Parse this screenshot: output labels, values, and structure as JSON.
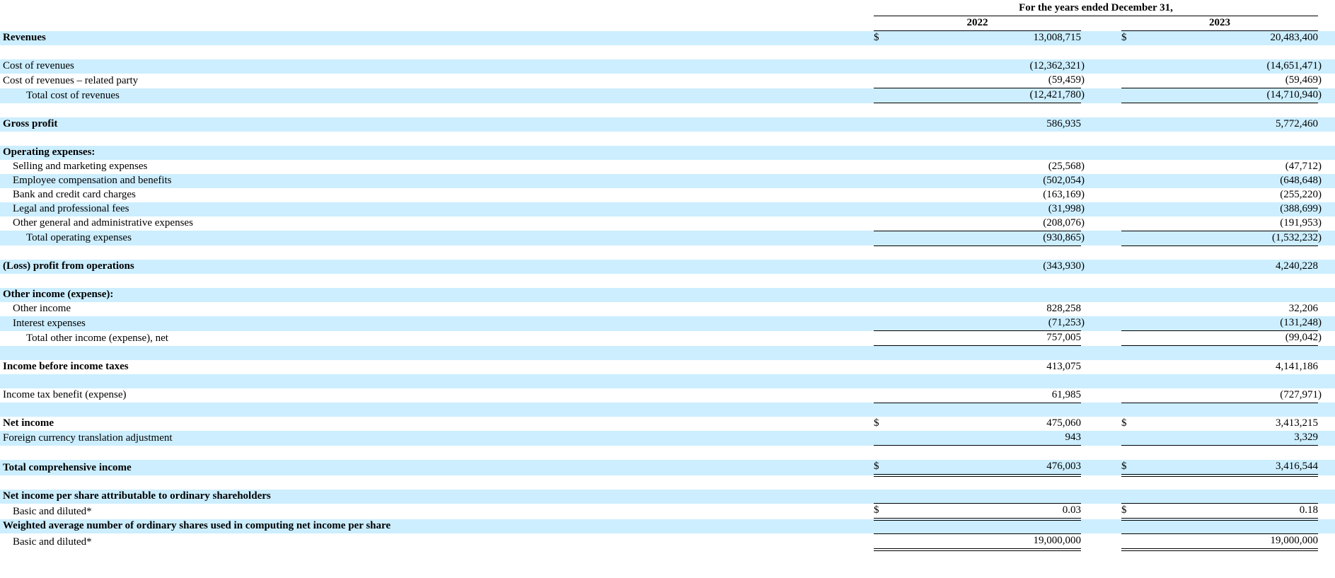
{
  "colors": {
    "row_stripe": "#cceeff",
    "text": "#000000",
    "rule_lines": "#000000"
  },
  "header": {
    "period_title": "For the years ended December 31,",
    "years": [
      "2022",
      "2023"
    ]
  },
  "rows": [
    {
      "label": "Revenues",
      "bold": true,
      "indent": 0,
      "dollar_sign": "$",
      "values": [
        "13,008,715",
        "20,483,400"
      ],
      "shaded": true,
      "rule": "none"
    },
    {
      "label": "",
      "spacer": true,
      "shaded": false,
      "values": [
        "",
        ""
      ],
      "rule": "none"
    },
    {
      "label": "Cost of revenues",
      "bold": false,
      "indent": 0,
      "values": [
        "(12,362,321)",
        "(14,651,471)"
      ],
      "shaded": true,
      "rule": "none"
    },
    {
      "label": "Cost of revenues – related party",
      "bold": false,
      "indent": 0,
      "values": [
        "(59,459)",
        "(59,469)"
      ],
      "shaded": false,
      "rule": "single"
    },
    {
      "label": "Total cost of revenues",
      "bold": false,
      "indent": 2,
      "values": [
        "(12,421,780)",
        "(14,710,940)"
      ],
      "shaded": true,
      "rule": "single"
    },
    {
      "label": "",
      "spacer": true,
      "shaded": false,
      "values": [
        "",
        ""
      ],
      "rule": "none"
    },
    {
      "label": "Gross profit",
      "bold": true,
      "indent": 0,
      "values": [
        "586,935",
        "5,772,460"
      ],
      "shaded": true,
      "rule": "none"
    },
    {
      "label": "",
      "spacer": true,
      "shaded": false,
      "values": [
        "",
        ""
      ],
      "rule": "none"
    },
    {
      "label": "Operating expenses:",
      "bold": true,
      "indent": 0,
      "values": [
        "",
        ""
      ],
      "shaded": true,
      "rule": "none"
    },
    {
      "label": "Selling and marketing expenses",
      "bold": false,
      "indent": 1,
      "values": [
        "(25,568)",
        "(47,712)"
      ],
      "shaded": false,
      "rule": "none"
    },
    {
      "label": "Employee compensation and benefits",
      "bold": false,
      "indent": 1,
      "values": [
        "(502,054)",
        "(648,648)"
      ],
      "shaded": true,
      "rule": "none"
    },
    {
      "label": "Bank and credit card charges",
      "bold": false,
      "indent": 1,
      "values": [
        "(163,169)",
        "(255,220)"
      ],
      "shaded": false,
      "rule": "none"
    },
    {
      "label": "Legal and professional fees",
      "bold": false,
      "indent": 1,
      "values": [
        "(31,998)",
        "(388,699)"
      ],
      "shaded": true,
      "rule": "none"
    },
    {
      "label": "Other general and administrative expenses",
      "bold": false,
      "indent": 1,
      "values": [
        "(208,076)",
        "(191,953)"
      ],
      "shaded": false,
      "rule": "single"
    },
    {
      "label": "Total operating expenses",
      "bold": false,
      "indent": 2,
      "values": [
        "(930,865)",
        "(1,532,232)"
      ],
      "shaded": true,
      "rule": "single"
    },
    {
      "label": "",
      "spacer": true,
      "shaded": false,
      "values": [
        "",
        ""
      ],
      "rule": "none"
    },
    {
      "label": "(Loss) profit from operations",
      "bold": true,
      "indent": 0,
      "values": [
        "(343,930)",
        "4,240,228"
      ],
      "shaded": true,
      "rule": "none"
    },
    {
      "label": "",
      "spacer": true,
      "shaded": false,
      "values": [
        "",
        ""
      ],
      "rule": "none"
    },
    {
      "label": "Other income (expense):",
      "bold": true,
      "indent": 0,
      "values": [
        "",
        ""
      ],
      "shaded": true,
      "rule": "none"
    },
    {
      "label": "Other income",
      "bold": false,
      "indent": 1,
      "values": [
        "828,258",
        "32,206"
      ],
      "shaded": false,
      "rule": "none"
    },
    {
      "label": "Interest expenses",
      "bold": false,
      "indent": 1,
      "values": [
        "(71,253)",
        "(131,248)"
      ],
      "shaded": true,
      "rule": "single"
    },
    {
      "label": "Total other income (expense), net",
      "bold": false,
      "indent": 2,
      "values": [
        "757,005",
        "(99,042)"
      ],
      "shaded": false,
      "rule": "single"
    },
    {
      "label": "",
      "spacer": true,
      "shaded": true,
      "values": [
        "",
        ""
      ],
      "rule": "none"
    },
    {
      "label": "Income before income taxes",
      "bold": true,
      "indent": 0,
      "values": [
        "413,075",
        "4,141,186"
      ],
      "shaded": false,
      "rule": "none"
    },
    {
      "label": "",
      "spacer": true,
      "shaded": true,
      "values": [
        "",
        ""
      ],
      "rule": "none"
    },
    {
      "label": "Income tax benefit (expense)",
      "bold": false,
      "indent": 0,
      "values": [
        "61,985",
        "(727,971)"
      ],
      "shaded": false,
      "rule": "single"
    },
    {
      "label": "",
      "spacer": true,
      "shaded": true,
      "values": [
        "",
        ""
      ],
      "rule": "none"
    },
    {
      "label": "Net income",
      "bold": true,
      "indent": 0,
      "dollar_sign": "$",
      "values": [
        "475,060",
        "3,413,215"
      ],
      "shaded": false,
      "rule": "none"
    },
    {
      "label": "Foreign currency translation adjustment",
      "bold": false,
      "indent": 0,
      "values": [
        "943",
        "3,329"
      ],
      "shaded": true,
      "rule": "single"
    },
    {
      "label": "",
      "spacer": true,
      "shaded": false,
      "values": [
        "",
        ""
      ],
      "rule": "none"
    },
    {
      "label": "Total comprehensive income",
      "bold": true,
      "indent": 0,
      "dollar_sign": "$",
      "values": [
        "476,003",
        "3,416,544"
      ],
      "shaded": true,
      "rule": "double"
    },
    {
      "label": "",
      "spacer": true,
      "shaded": false,
      "values": [
        "",
        ""
      ],
      "rule": "none"
    },
    {
      "label": "Net income per share attributable to ordinary shareholders",
      "bold": true,
      "indent": 0,
      "values": [
        "",
        ""
      ],
      "shaded": true,
      "rule": "none"
    },
    {
      "label": "Basic and diluted*",
      "bold": false,
      "indent": 1,
      "dollar_sign": "$",
      "values": [
        "0.03",
        "0.18"
      ],
      "shaded": false,
      "rule": "top-and-double"
    },
    {
      "label": "Weighted average number of ordinary shares used in computing net income per share",
      "bold": true,
      "indent": 0,
      "values": [
        "",
        ""
      ],
      "shaded": true,
      "rule": "none"
    },
    {
      "label": "Basic and diluted*",
      "bold": false,
      "indent": 1,
      "values": [
        "19,000,000",
        "19,000,000"
      ],
      "shaded": false,
      "rule": "top-and-double"
    }
  ]
}
